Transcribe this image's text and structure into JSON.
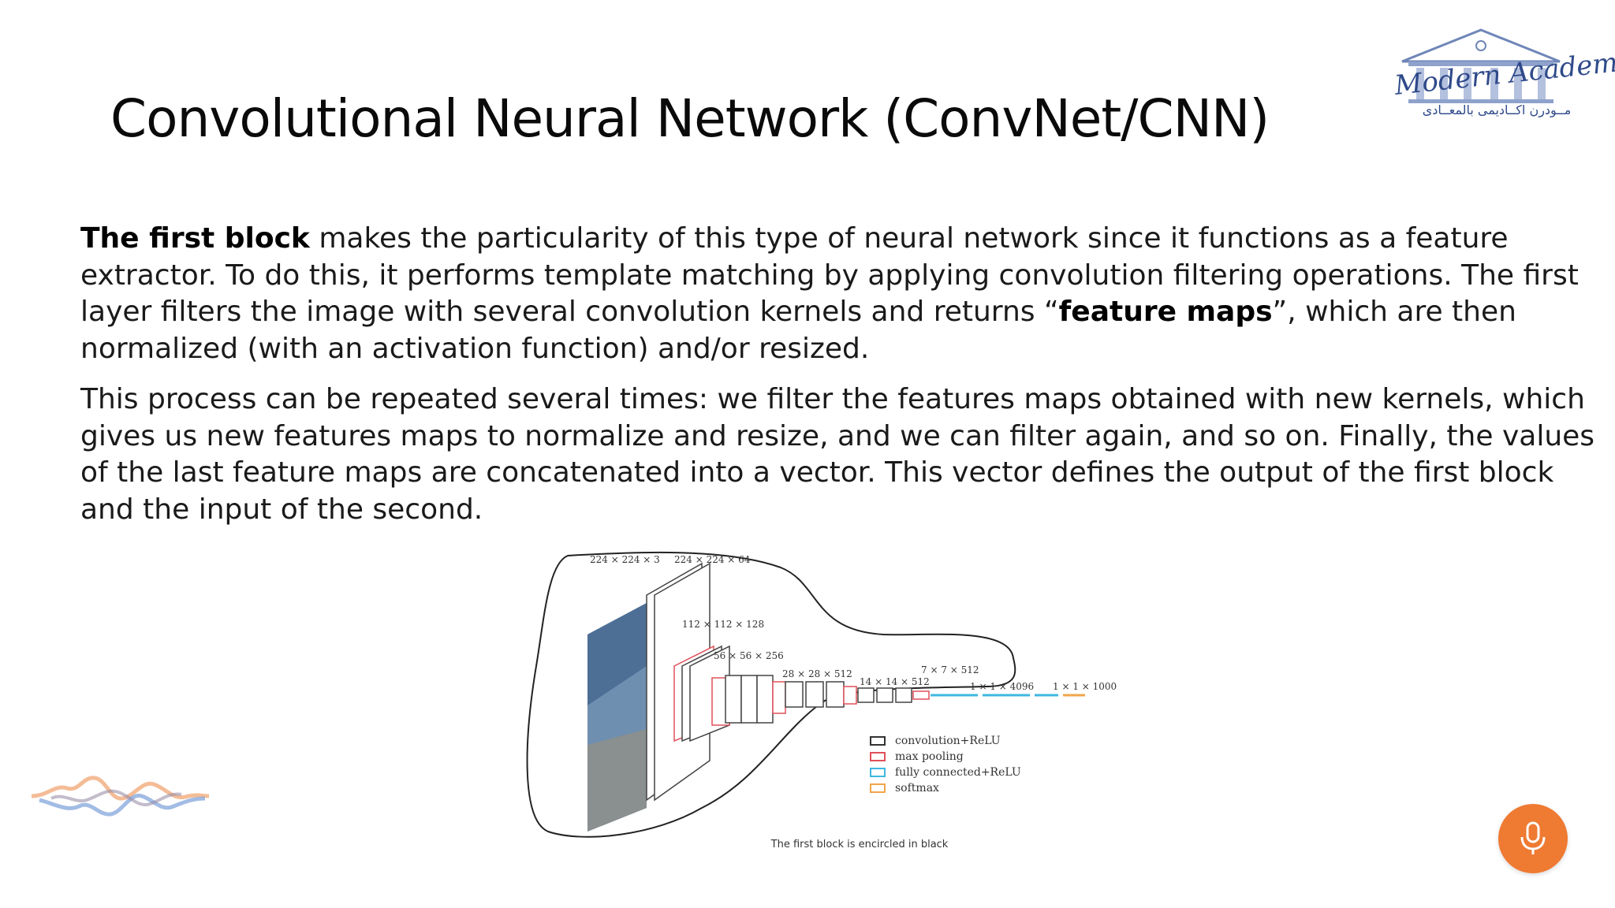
{
  "slide": {
    "title": "Convolutional Neural Network (ConvNet/CNN)",
    "logo": {
      "name": "Modern Academy",
      "subtitle": "مــودرن اكــاديمى بالمعــادى"
    },
    "paragraph1": {
      "bold_lead": "The first block",
      "part_a": " makes the particularity of this type of neural network since it functions as a feature extractor. To do this, it performs template matching by applying convolution filtering operations. The first layer filters the image with several convolution kernels and returns “",
      "bold_term": "feature maps",
      "part_b": "”, which are then normalized (with an activation function) and/or resized."
    },
    "paragraph2": "This process can be repeated several times: we filter the features maps obtained with new kernels, which gives us new features maps to normalize and resize, and we can filter again, and so on. Finally, the values of the last feature maps are concatenated into a vector. This vector defines the output of the first block and the input of the second.",
    "figure": {
      "dims": {
        "d1": "224 × 224 × 3",
        "d2": "224 × 224 × 64",
        "d3": "112 × 112 × 128",
        "d4": "56 × 56 × 256",
        "d5": "28 × 28 × 512",
        "d6": "14 × 14 × 512",
        "d7": "7 × 7 × 512",
        "d8": "1 × 1 × 4096",
        "d9": "1 × 1 × 1000"
      },
      "legend": [
        {
          "label": "convolution+ReLU",
          "color": "#333333"
        },
        {
          "label": "max pooling",
          "color": "#e0505a"
        },
        {
          "label": "fully connected+ReLU",
          "color": "#3fb7e0"
        },
        {
          "label": "softmax",
          "color": "#f0a64a"
        }
      ],
      "caption": "The first block is encircled in black"
    },
    "colors": {
      "accent": "#ef7a32",
      "logo_blue": "#2f4a8a"
    },
    "icons": {
      "mic": "microphone-icon",
      "wave": "audio-wave-icon"
    }
  }
}
